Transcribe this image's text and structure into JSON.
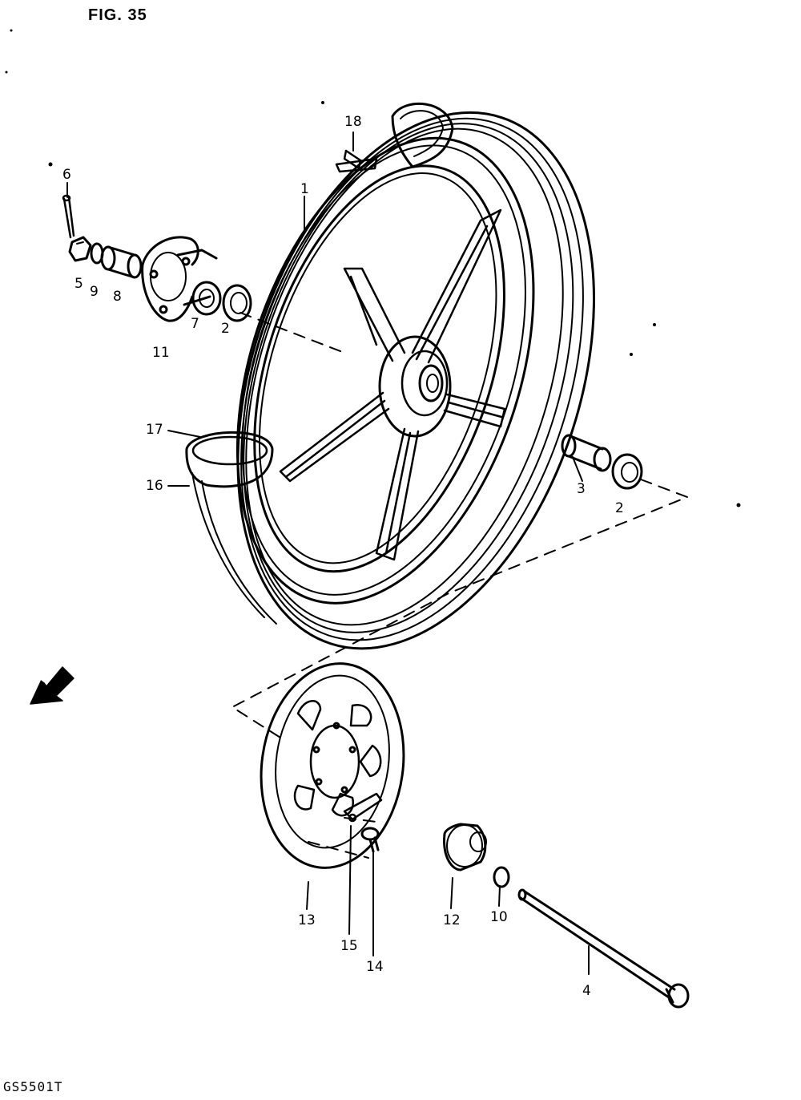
{
  "figure": {
    "title": "FIG. 35",
    "code": "GS5501T",
    "direction_label": "FWD"
  },
  "parts": {
    "p1": "1",
    "p2a": "2",
    "p2b": "2",
    "p3": "3",
    "p4": "4",
    "p5": "5",
    "p6": "6",
    "p7": "7",
    "p8": "8",
    "p9": "9",
    "p10": "10",
    "p11": "11",
    "p12": "12",
    "p13": "13",
    "p14": "14",
    "p15": "15",
    "p16": "16",
    "p17": "17",
    "p18": "18"
  }
}
